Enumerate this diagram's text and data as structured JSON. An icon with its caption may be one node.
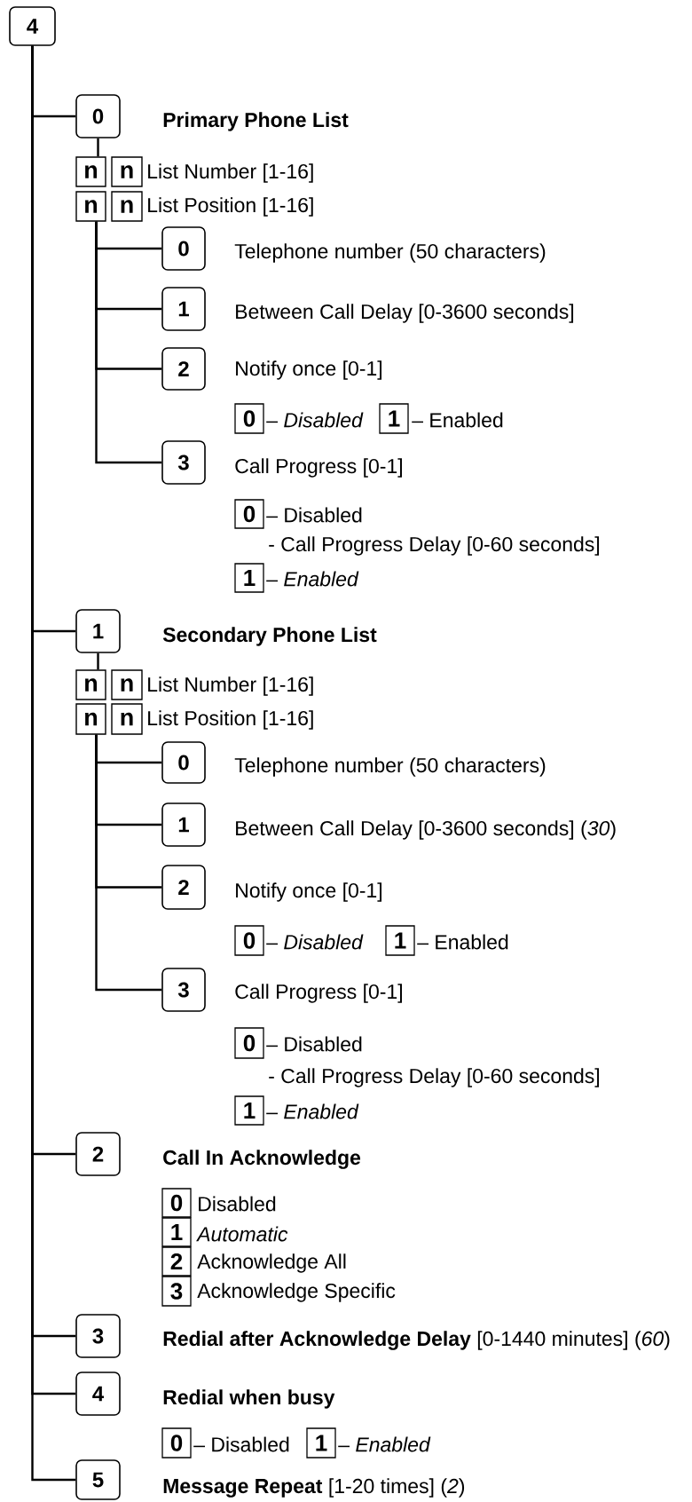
{
  "diagram": {
    "nodes": [
      {
        "text": [
          "4"
        ]
      },
      {
        "text": [
          "0"
        ],
        "beside": [
          "**Primary Phone List**"
        ]
      },
      {
        "text": [
          "n"
        ]
      },
      {
        "text": [
          "n"
        ],
        "beside": [
          "List Number  [1-16]"
        ]
      },
      {
        "text": [
          "n"
        ]
      },
      {
        "text": [
          "n"
        ],
        "beside": [
          "List Position [1-16]"
        ]
      },
      {
        "text": [
          "0"
        ],
        "beside": [
          "Telephone number (50 characters)"
        ]
      },
      {
        "text": [
          "1"
        ],
        "beside": [
          "Between Call Delay [0-3600 seconds]"
        ]
      },
      {
        "text": [
          "2"
        ],
        "beside": [
          "Notify once [0-1]"
        ]
      },
      {
        "text": [
          "0"
        ],
        "beside": [
          "– *Disabled*"
        ]
      },
      {
        "text": [
          "1"
        ],
        "beside": [
          "– Enabled"
        ]
      },
      {
        "text": [
          "3"
        ],
        "beside": [
          "Call Progress [0-1]"
        ]
      },
      {
        "text": [
          "0"
        ],
        "beside": [
          "– Disabled",
          "- Call Progress Delay [0-60 seconds]"
        ]
      },
      {
        "text": [
          "1"
        ],
        "beside": [
          "– *Enabled*"
        ]
      },
      {
        "text": [
          "1"
        ],
        "beside": [
          "**Secondary Phone List**"
        ]
      },
      {
        "text": [
          "n"
        ]
      },
      {
        "text": [
          "n"
        ],
        "beside": [
          "List Number  [1-16]"
        ]
      },
      {
        "text": [
          "n"
        ]
      },
      {
        "text": [
          "n"
        ],
        "beside": [
          "List Position [1-16]"
        ]
      },
      {
        "text": [
          "0"
        ],
        "beside": [
          "Telephone number (50 characters)"
        ]
      },
      {
        "text": [
          "1"
        ],
        "beside": [
          "Between Call Delay [0-3600 seconds] (*30*)"
        ]
      },
      {
        "text": [
          "2"
        ],
        "beside": [
          "Notify once [0-1]"
        ]
      },
      {
        "text": [
          "0"
        ],
        "beside": [
          "– *Disabled*"
        ]
      },
      {
        "text": [
          "1"
        ],
        "beside": [
          "– Enabled"
        ]
      },
      {
        "text": [
          "3"
        ],
        "beside": [
          "Call Progress [0-1]"
        ]
      },
      {
        "text": [
          "0"
        ],
        "beside": [
          "– Disabled",
          "- Call Progress Delay [0-60 seconds]"
        ]
      },
      {
        "text": [
          "1"
        ],
        "beside": [
          "– *Enabled*"
        ]
      },
      {
        "text": [
          "2"
        ]
      },
      {
        "text": [
          "0"
        ],
        "beside": [
          "Disabled"
        ]
      },
      {
        "text": [
          "1"
        ],
        "beside": [
          "*Automatic*"
        ]
      },
      {
        "text": [
          "2"
        ],
        "beside": [
          "Acknowledge All"
        ]
      },
      {
        "text": [
          "3"
        ],
        "beside": [
          "Acknowledge Specific"
        ]
      },
      {
        "text": [
          "3"
        ]
      },
      {
        "text": [
          "4"
        ]
      },
      {
        "text": [
          "0"
        ],
        "beside": [
          "– Disabled"
        ]
      },
      {
        "text": [
          "1"
        ],
        "beside": [
          "– *Enabled*"
        ]
      },
      {
        "text": [
          "5"
        ]
      }
    ],
    "labels": [
      "**Call In Acknowledge**",
      "**Redial after Acknowledge Delay** [0-1440 minutes] (*60*)",
      "**Redial when busy**",
      "**Message Repeat** [1-20 times] (*2*)"
    ],
    "edges": [
      {
        "from": 0,
        "to": 1,
        "arrow": "none"
      },
      {
        "from": 1,
        "to": 2,
        "arrow": "none"
      },
      {
        "from": 4,
        "to": 6,
        "arrow": "none"
      },
      {
        "from": 4,
        "to": 7,
        "arrow": "none"
      },
      {
        "from": 4,
        "to": 8,
        "arrow": "none"
      },
      {
        "from": 4,
        "to": 11,
        "arrow": "none"
      },
      {
        "from": 0,
        "to": 14,
        "arrow": "none"
      },
      {
        "from": 14,
        "to": 15,
        "arrow": "none"
      },
      {
        "from": 17,
        "to": 19,
        "arrow": "none"
      },
      {
        "from": 17,
        "to": 20,
        "arrow": "none"
      },
      {
        "from": 17,
        "to": 21,
        "arrow": "none"
      },
      {
        "from": 17,
        "to": 24,
        "arrow": "none"
      },
      {
        "from": 0,
        "to": 27,
        "arrow": "none"
      },
      {
        "from": 0,
        "to": 32,
        "arrow": "none"
      },
      {
        "from": 0,
        "to": 33,
        "arrow": "none"
      },
      {
        "from": 0,
        "to": 36,
        "arrow": "none"
      }
    ]
  }
}
